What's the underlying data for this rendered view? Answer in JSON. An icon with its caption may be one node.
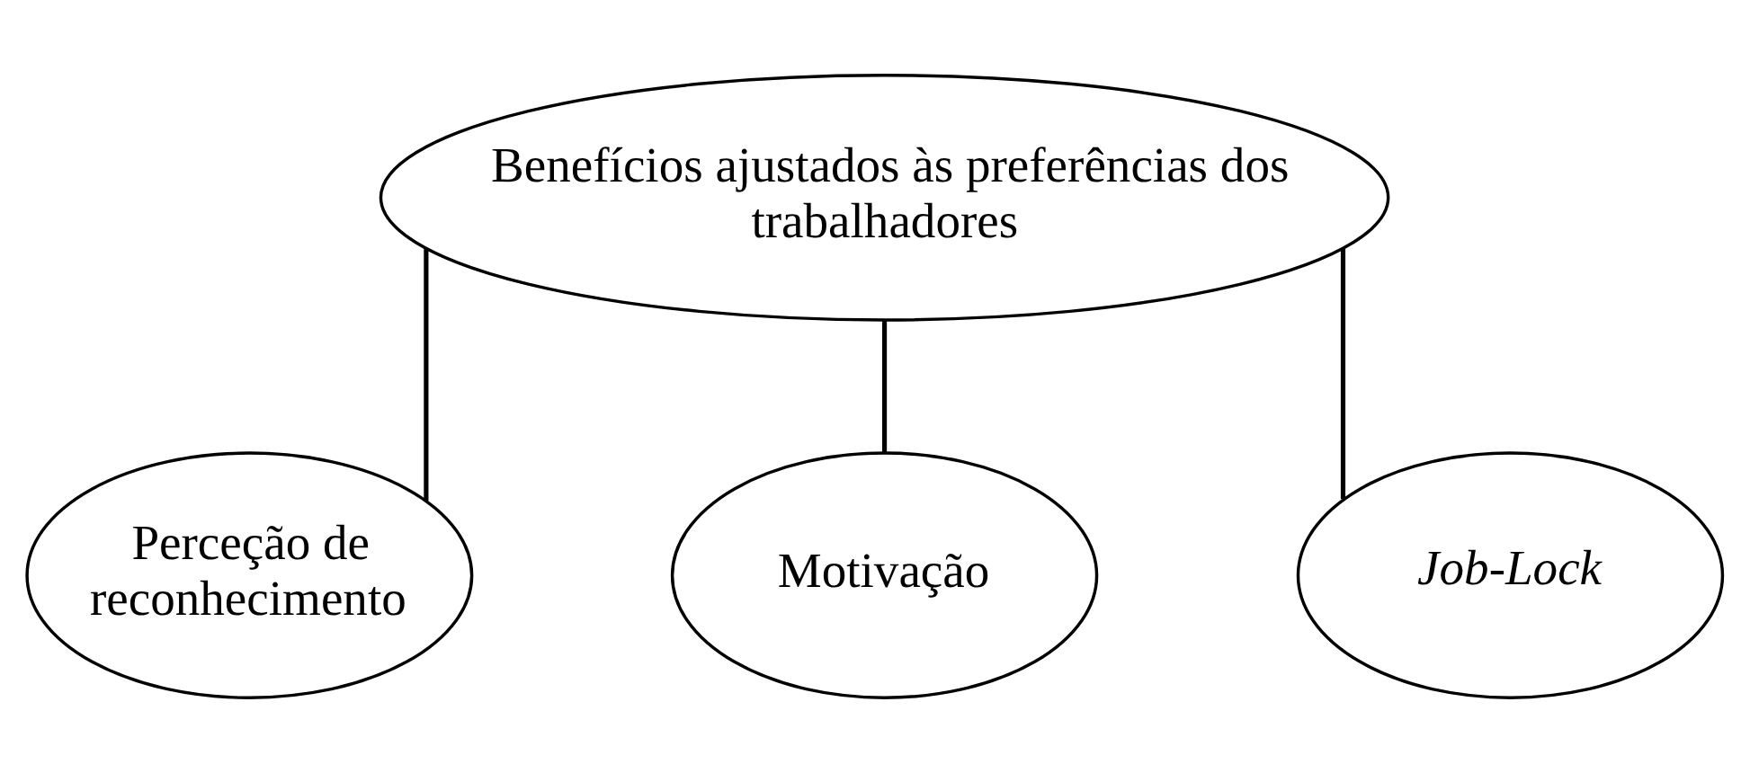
{
  "diagram": {
    "nodes": [
      {
        "text": [
          "Benefícios ajustados às preferências dos trabalhadores"
        ]
      },
      {
        "text": [
          "Perceção de reconhecimento"
        ]
      },
      {
        "text": [
          "Motivação"
        ]
      },
      {
        "text": [
          "Job-Lock"
        ]
      }
    ],
    "edges": [
      {
        "from": 0,
        "to": 1,
        "arrow": "none"
      },
      {
        "from": 0,
        "to": 2,
        "arrow": "none"
      },
      {
        "from": 0,
        "to": 3,
        "arrow": "none"
      }
    ]
  }
}
